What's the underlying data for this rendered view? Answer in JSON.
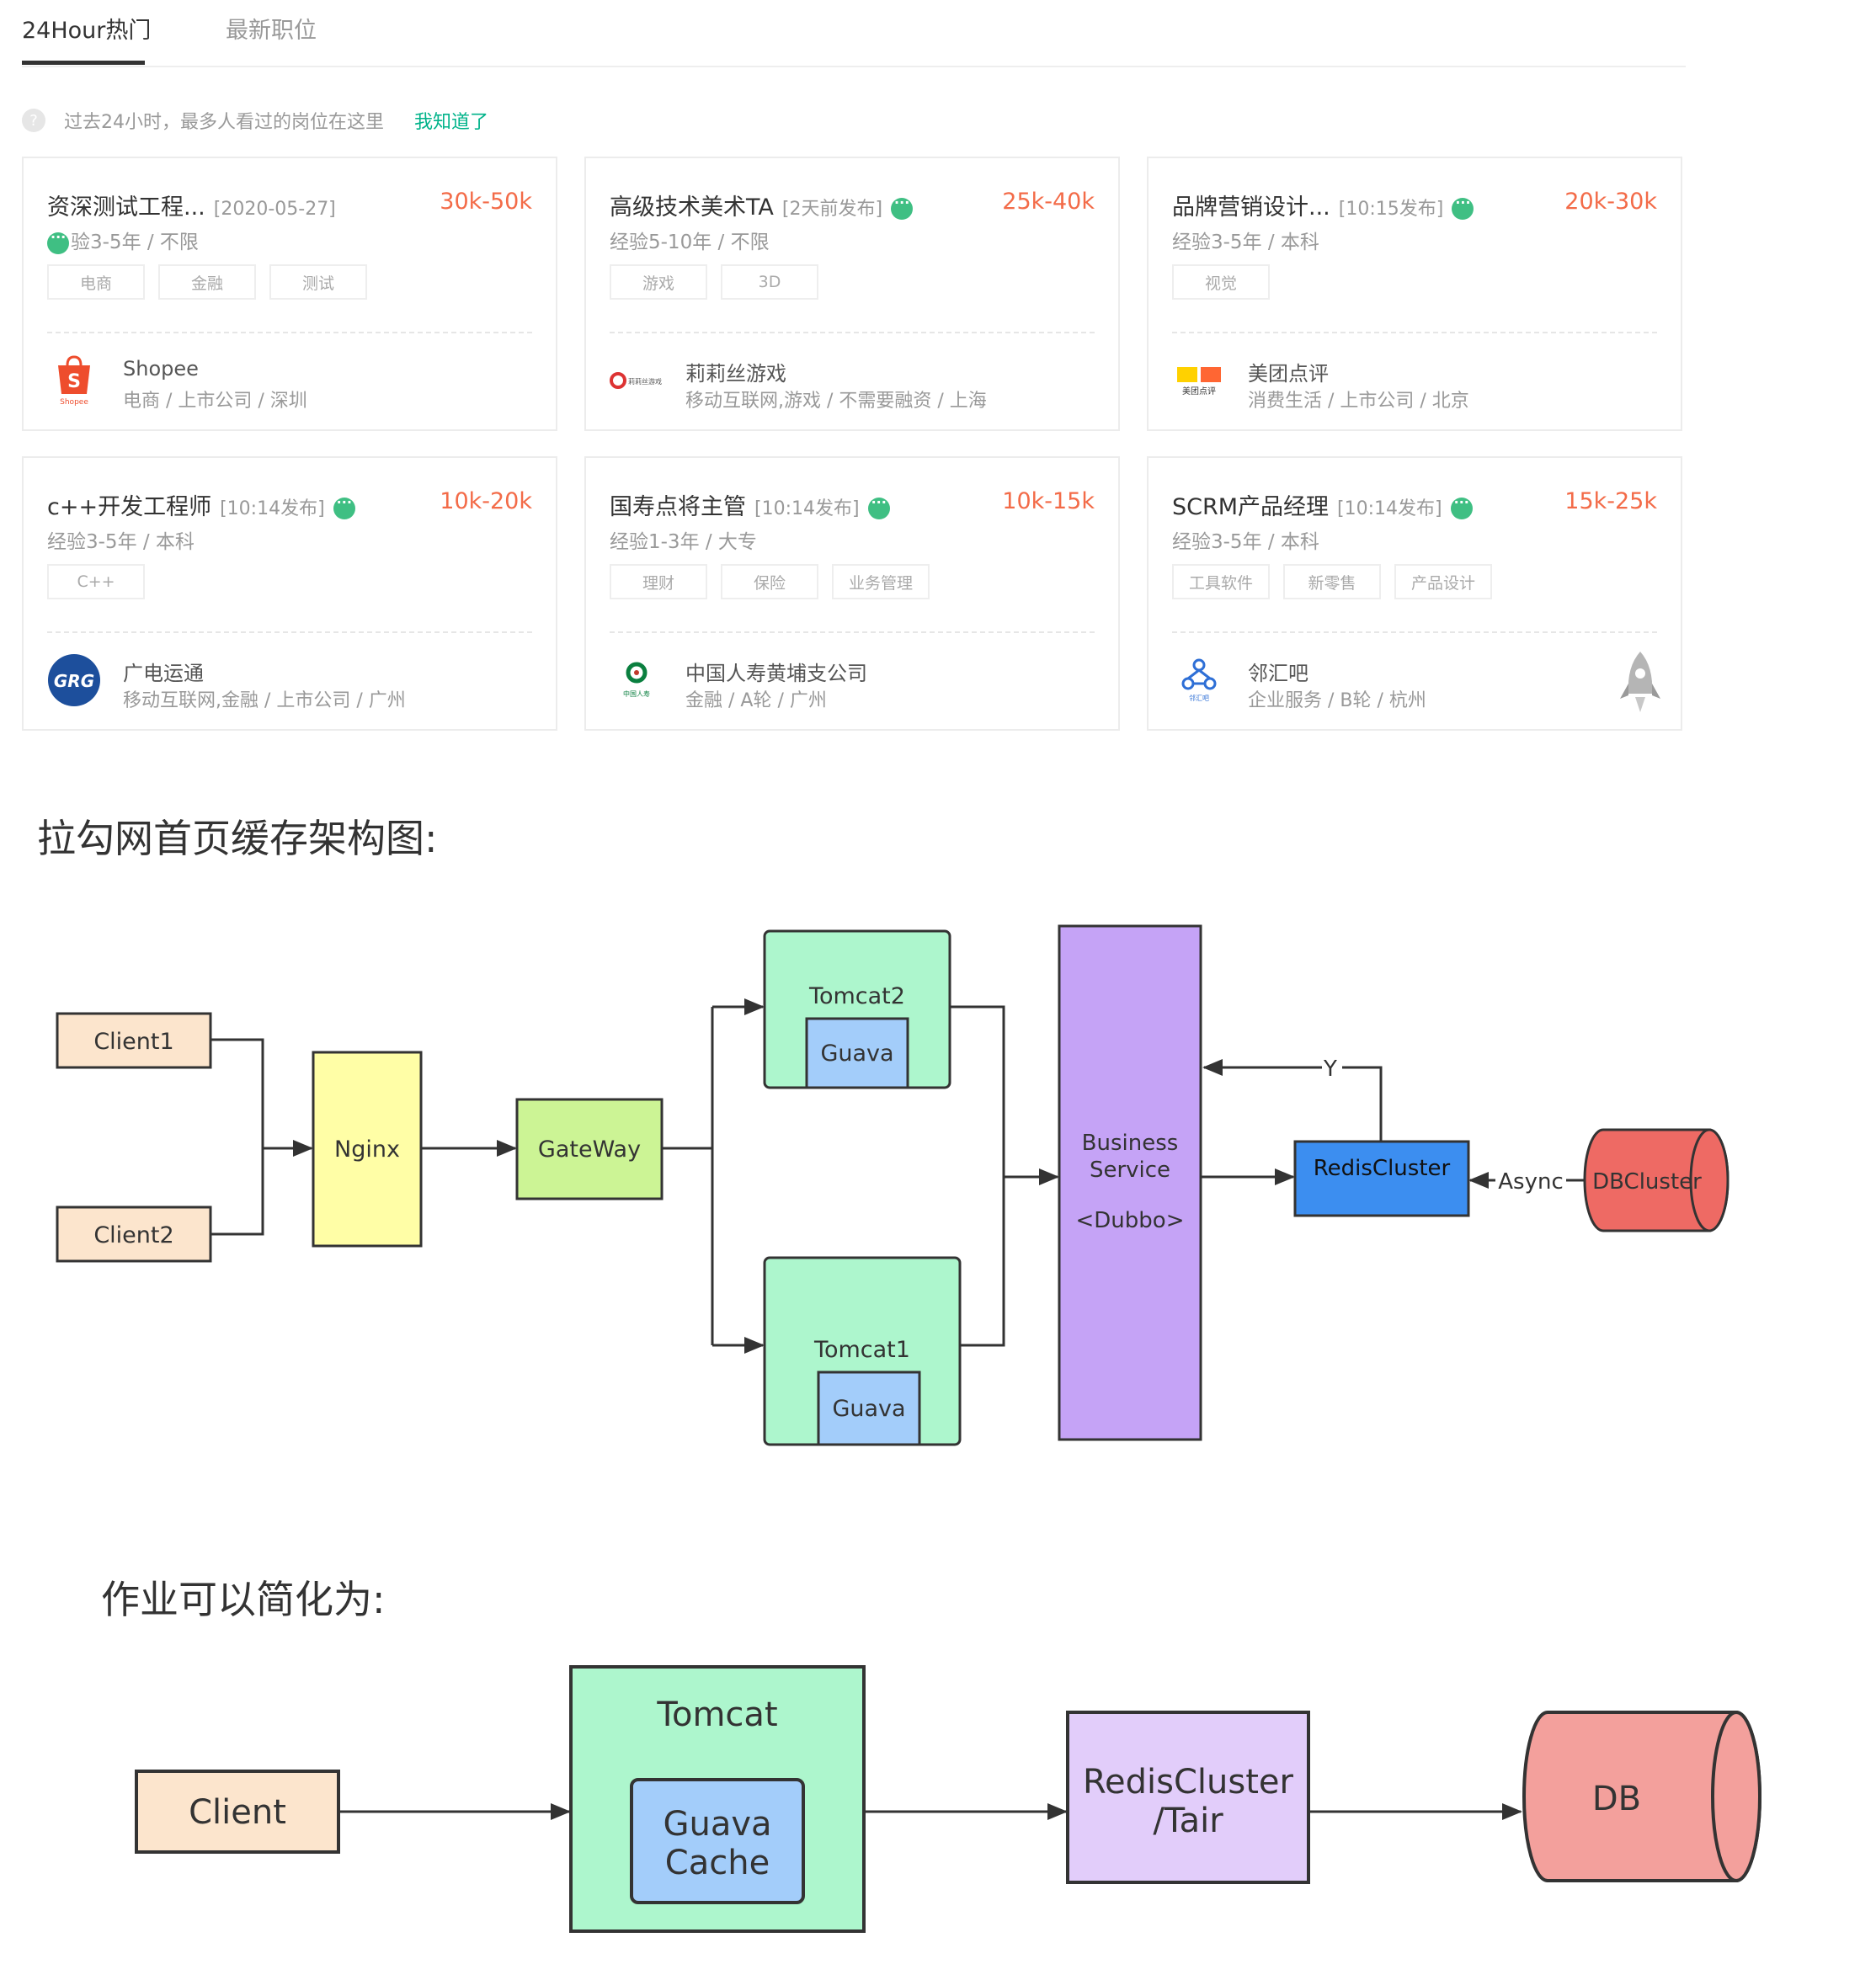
{
  "tabs": {
    "hot": "24Hour热门",
    "latest": "最新职位"
  },
  "notice": {
    "text": "过去24小时，最多人看过的岗位在这里",
    "link": "我知道了"
  },
  "jobs": [
    {
      "title": "资深测试工程...",
      "time": "[2020-05-27]",
      "salary": "30k-50k",
      "req": "验3-5年 / 不限",
      "tags": [
        "电商",
        "金融",
        "测试"
      ],
      "company": "Shopee",
      "info": "电商 / 上市公司 / 深圳",
      "logo_text": "Shopee"
    },
    {
      "title": "高级技术美术TA",
      "time": "[2天前发布]",
      "salary": "25k-40k",
      "req": "经验5-10年 / 不限",
      "tags": [
        "游戏",
        "3D"
      ],
      "company": "莉莉丝游戏",
      "info": "移动互联网,游戏 / 不需要融资 / 上海",
      "logo_text": "莉莉丝游戏"
    },
    {
      "title": "品牌营销设计...",
      "time": "[10:15发布]",
      "salary": "20k-30k",
      "req": "经验3-5年 / 本科",
      "tags": [
        "视觉"
      ],
      "company": "美团点评",
      "info": "消费生活 / 上市公司 / 北京",
      "logo_text": "美团点评"
    },
    {
      "title": "c++开发工程师",
      "time": "[10:14发布]",
      "salary": "10k-20k",
      "req": "经验3-5年 / 本科",
      "tags": [
        "C++"
      ],
      "company": "广电运通",
      "info": "移动互联网,金融 / 上市公司 / 广州",
      "logo_text": "GRG"
    },
    {
      "title": "国寿点将主管",
      "time": "[10:14发布]",
      "salary": "10k-15k",
      "req": "经验1-3年 / 大专",
      "tags": [
        "理财",
        "保险",
        "业务管理"
      ],
      "company": "中国人寿黄埔支公司",
      "info": "金融 / A轮 / 广州",
      "logo_text": "中国人寿"
    },
    {
      "title": "SCRM产品经理",
      "time": "[10:14发布]",
      "salary": "15k-25k",
      "req": "经验3-5年 / 本科",
      "tags": [
        "工具软件",
        "新零售",
        "产品设计"
      ],
      "company": "邻汇吧",
      "info": "企业服务 / B轮 / 杭州",
      "logo_text": "邻汇吧"
    }
  ],
  "headings": {
    "arch": "拉勾网首页缓存架构图:",
    "simplified": "作业可以简化为:"
  },
  "arch_diagram": {
    "client1": "Client1",
    "client2": "Client2",
    "nginx": "Nginx",
    "gateway": "GateWay",
    "tomcat2": "Tomcat2",
    "tomcat1": "Tomcat1",
    "guava": "Guava",
    "business_1": "Business",
    "business_2": "Service",
    "business_3": "<Dubbo>",
    "redis": "RedisCluster",
    "db": "DBCluster",
    "y_label": "Y",
    "async_label": "Async"
  },
  "simple_diagram": {
    "client": "Client",
    "tomcat": "Tomcat",
    "guava_1": "Guava",
    "guava_2": "Cache",
    "redis_1": "RedisCluster",
    "redis_2": "/Tair",
    "db": "DB"
  },
  "colors": {
    "accent_green": "#00b38a",
    "salary": "#f36b48",
    "client_fill": "#fce5cd",
    "nginx_fill": "#fffea6",
    "gateway_fill": "#ccf495",
    "tomcat_fill": "#adf6cd",
    "guava_fill": "#a3cdfa",
    "business_fill": "#c5a3f6",
    "redis_fill": "#3c8ef0",
    "db_fill": "#ee6a64",
    "redis_tair_fill": "#e2cdfa",
    "db_simple_fill": "#f3a09c"
  }
}
